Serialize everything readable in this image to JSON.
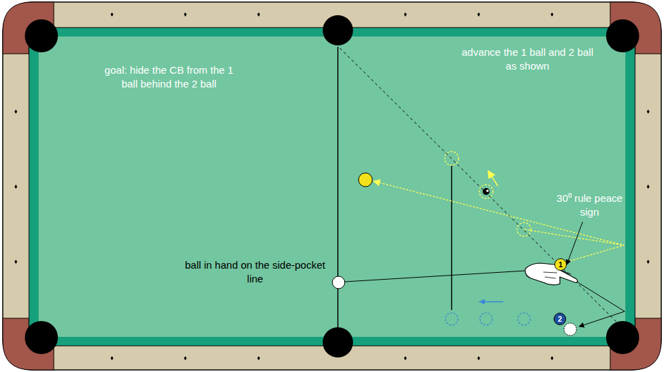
{
  "diagram": {
    "nodes": [
      {
        "text": [
          "1"
        ]
      },
      {
        "text": [
          "2"
        ]
      }
    ],
    "labels": [
      "goal: hide the CB from the 1 ball behind the 2 ball",
      "advance the 1 ball and 2 ball as shown",
      "30⁰ rule peace sign",
      "ball in hand on the side-pocket line"
    ]
  }
}
